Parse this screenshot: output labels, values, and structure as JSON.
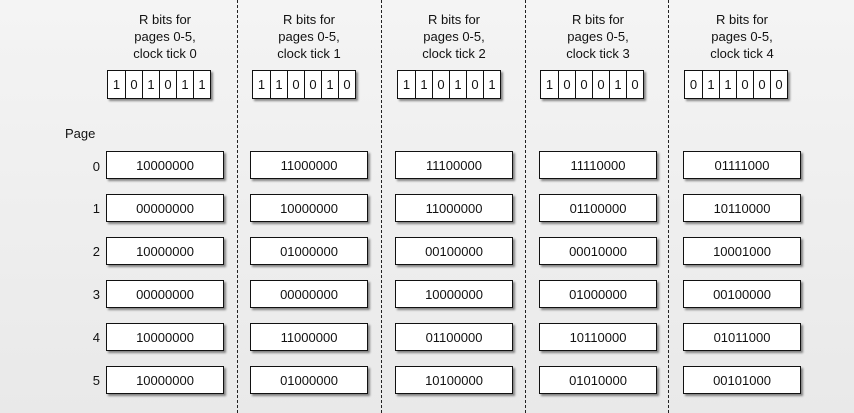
{
  "page_label": "Page",
  "rows": [
    "0",
    "1",
    "2",
    "3",
    "4",
    "5"
  ],
  "columns": [
    {
      "header": [
        "R bits for",
        "pages 0-5,",
        "clock tick 0"
      ],
      "rbits": [
        "1",
        "0",
        "1",
        "0",
        "1",
        "1"
      ],
      "values": [
        "10000000",
        "00000000",
        "10000000",
        "00000000",
        "10000000",
        "10000000"
      ]
    },
    {
      "header": [
        "R bits for",
        "pages 0-5,",
        "clock tick 1"
      ],
      "rbits": [
        "1",
        "1",
        "0",
        "0",
        "1",
        "0"
      ],
      "values": [
        "11000000",
        "10000000",
        "01000000",
        "00000000",
        "11000000",
        "01000000"
      ]
    },
    {
      "header": [
        "R bits for",
        "pages 0-5,",
        "clock tick 2"
      ],
      "rbits": [
        "1",
        "1",
        "0",
        "1",
        "0",
        "1"
      ],
      "values": [
        "11100000",
        "11000000",
        "00100000",
        "10000000",
        "01100000",
        "10100000"
      ]
    },
    {
      "header": [
        "R bits for",
        "pages 0-5,",
        "clock tick 3"
      ],
      "rbits": [
        "1",
        "0",
        "0",
        "0",
        "1",
        "0"
      ],
      "values": [
        "11110000",
        "01100000",
        "00010000",
        "01000000",
        "10110000",
        "01010000"
      ]
    },
    {
      "header": [
        "R bits for",
        "pages 0-5,",
        "clock tick 4"
      ],
      "rbits": [
        "0",
        "1",
        "1",
        "0",
        "0",
        "0"
      ],
      "values": [
        "01111000",
        "10110000",
        "10001000",
        "00100000",
        "01011000",
        "00101000"
      ]
    }
  ]
}
